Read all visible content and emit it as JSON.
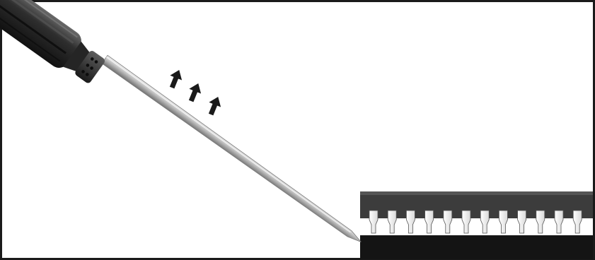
{
  "illustration": {
    "subject": "screwdriver-prying-chip",
    "colors": {
      "frame": "#1a1a1a",
      "background": "#ffffff",
      "handle_dark": "#1e1e1e",
      "handle_mid": "#3a3a3a",
      "handle_highlight": "#7a7a7a",
      "shaft_light": "#e2e2e2",
      "shaft_mid": "#a9a9a9",
      "shaft_dark": "#6e6e6e",
      "chip_body": "#3c3c3c",
      "socket": "#141414",
      "pin": "#ffffff",
      "pin_outline": "#555555",
      "arrow": "#1a1a1a"
    },
    "icons": {
      "lift_arrows": "arrow-up-icon",
      "tool": "screwdriver-icon",
      "component": "ic-chip-icon"
    },
    "lift_arrow_count": 3,
    "chip_pin_count": 12
  }
}
